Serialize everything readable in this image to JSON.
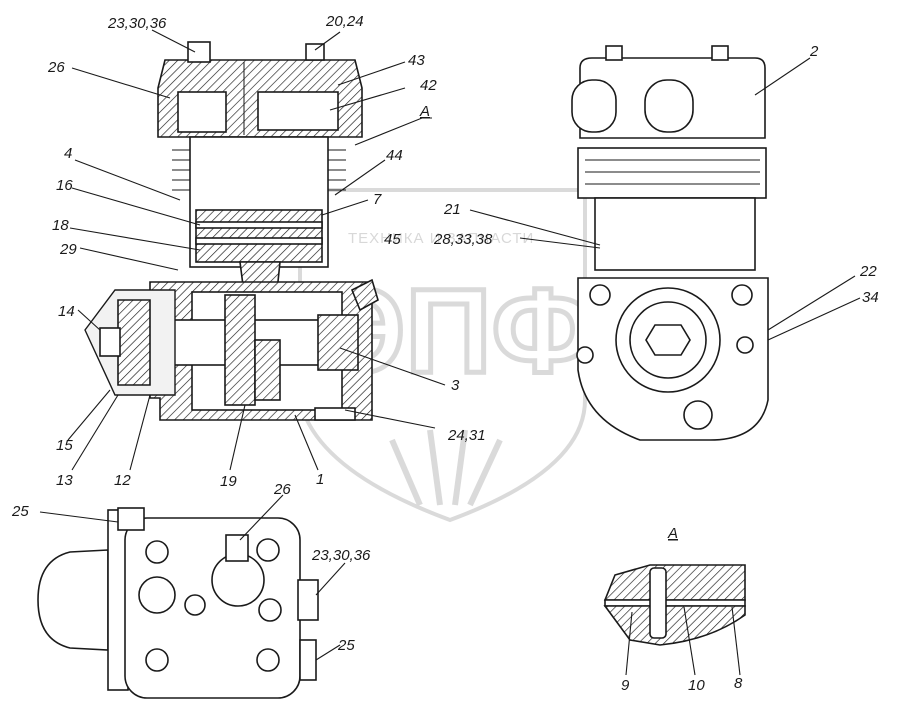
{
  "watermark": {
    "text": "ТЕХНИКА И ЗАПЧАСТИ",
    "logo_letters": "ЭПФ",
    "color": "#bdbdbd"
  },
  "callouts": {
    "c_23_30_36_top": "23,30,36",
    "c_20_24": "20,24",
    "c_26_top": "26",
    "c_43": "43",
    "c_42": "42",
    "c_A_top": "A",
    "c_4": "4",
    "c_44": "44",
    "c_16": "16",
    "c_7": "7",
    "c_18": "18",
    "c_45": "45",
    "c_29": "29",
    "c_14": "14",
    "c_3": "3",
    "c_15": "15",
    "c_13": "13",
    "c_12": "12",
    "c_19": "19",
    "c_1": "1",
    "c_24_31": "24,31",
    "c_2": "2",
    "c_21": "21",
    "c_28_33_38": "28,33,38",
    "c_22": "22",
    "c_34": "34",
    "c_25_left": "25",
    "c_26_bottom": "26",
    "c_23_30_36_bottom": "23,30,36",
    "c_25_bottom": "25",
    "c_A_detail": "A",
    "c_9": "9",
    "c_10": "10",
    "c_8": "8"
  }
}
